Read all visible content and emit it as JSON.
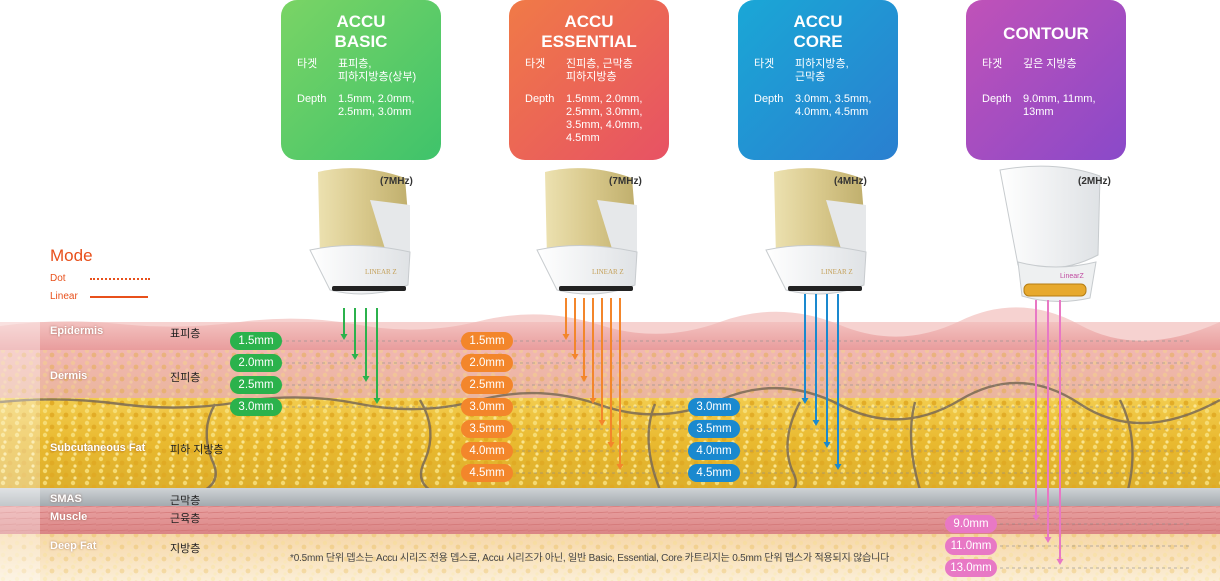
{
  "cartridges": [
    {
      "title_lines": [
        "ACCU",
        "BASIC"
      ],
      "target_label": "타겟",
      "target": [
        "표피층,",
        "피하지방층(상부)"
      ],
      "depth_label": "Depth",
      "depth": [
        "1.5mm, 2.0mm,",
        "2.5mm, 3.0mm"
      ],
      "frequency": "(7MHz)",
      "color": "#45c562"
    },
    {
      "title_lines": [
        "ACCU",
        "ESSENTIAL"
      ],
      "target_label": "타겟",
      "target": [
        "진피층, 근막층",
        "피하지방층"
      ],
      "depth_label": "Depth",
      "depth": [
        "1.5mm, 2.0mm,",
        "2.5mm, 3.0mm,",
        "3.5mm, 4.0mm,",
        "4.5mm"
      ],
      "frequency": "(7MHz)",
      "color": "#ea5a52"
    },
    {
      "title_lines": [
        "ACCU",
        "CORE"
      ],
      "target_label": "타겟",
      "target": [
        "피하지방층,",
        "근막층"
      ],
      "depth_label": "Depth",
      "depth": [
        "3.0mm, 3.5mm,",
        "4.0mm, 4.5mm"
      ],
      "frequency": "(4MHz)",
      "color": "#1f8fd2"
    },
    {
      "title_lines": [
        "CONTOUR"
      ],
      "target_label": "타겟",
      "target": [
        "깊은 지방층"
      ],
      "depth_label": "Depth",
      "depth": [
        "9.0mm, 11mm,",
        "13mm"
      ],
      "frequency": "(2MHz)",
      "color": "#9a49c2"
    }
  ],
  "mode": {
    "title": "Mode",
    "dot_label": "Dot",
    "linear_label": "Linear",
    "color": "#e8501b"
  },
  "layers": [
    {
      "en": "Epidermis",
      "ko": "표피층"
    },
    {
      "en": "Dermis",
      "ko": "진피층"
    },
    {
      "en": "Subcutaneous Fat",
      "ko": "피하 지방층"
    },
    {
      "en": "SMAS",
      "ko": "근막층"
    },
    {
      "en": "Muscle",
      "ko": "근육층"
    },
    {
      "en": "Deep Fat",
      "ko": "지방층"
    }
  ],
  "depth_groups": [
    {
      "name": "basic",
      "color": "#2bb24c",
      "depths": [
        "1.5mm",
        "2.0mm",
        "2.5mm",
        "3.0mm"
      ]
    },
    {
      "name": "essential",
      "color": "#f3862b",
      "depths": [
        "1.5mm",
        "2.0mm",
        "2.5mm",
        "3.0mm",
        "3.5mm",
        "4.0mm",
        "4.5mm"
      ]
    },
    {
      "name": "core",
      "color": "#1a89cf",
      "depths": [
        "3.0mm",
        "3.5mm",
        "4.0mm",
        "4.5mm"
      ]
    },
    {
      "name": "contour",
      "color": "#e878c5",
      "depths": [
        "9.0mm",
        "11.0mm",
        "13.0mm"
      ]
    }
  ],
  "handpiece_logo": [
    "LINEAR Z",
    "LINEAR Z",
    "LINEAR Z",
    "LinearZ"
  ],
  "footnote": "*0.5mm 단위 뎁스는 Accu 시리즈 전용 뎁스로, Accu 시리즈가 아닌, 일반 Basic, Essential, Core 카트리지는 0.5mm 단위 뎁스가 적용되지 않습니다"
}
